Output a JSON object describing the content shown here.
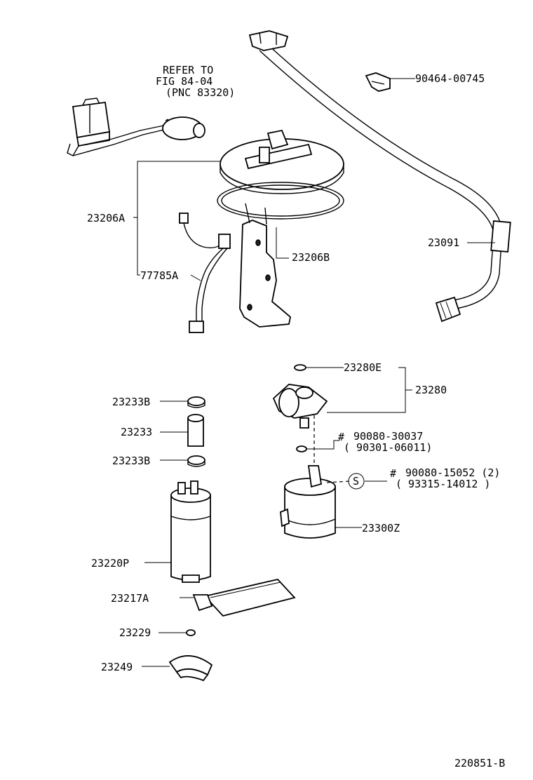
{
  "reference_note": {
    "line1": "REFER TO",
    "line2": "FIG 84-04",
    "line3": "(PNC 83320)"
  },
  "labels": {
    "p90464": "90464-00745",
    "p23206A": "23206A",
    "p23206B": "23206B",
    "p23091": "23091",
    "p77785A": "77785A",
    "p23280E": "23280E",
    "p23280": "23280",
    "p23233B_top": "23233B",
    "p23233": "23233",
    "p23233B_bottom": "23233B",
    "hash1": "#",
    "p90080_30037": "90080-30037",
    "p90301": "( 90301-06011)",
    "hash2": "#",
    "p90080_15052": "90080-15052 (2)",
    "p93315": "( 93315-14012 )",
    "s_mark": "S",
    "p23300Z": "23300Z",
    "p23220P": "23220P",
    "p23217A": "23217A",
    "p23229": "23229",
    "p23249": "23249"
  },
  "figure_id": "220851-B"
}
